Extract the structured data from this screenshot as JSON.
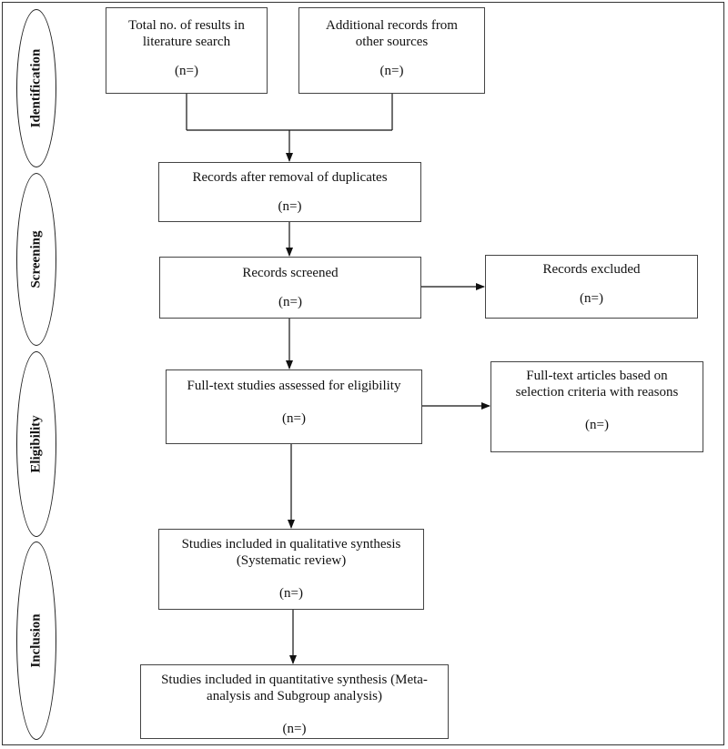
{
  "stages": [
    {
      "key": "identification",
      "label": "Identification"
    },
    {
      "key": "screening",
      "label": "Screening"
    },
    {
      "key": "eligibility",
      "label": "Eligibility"
    },
    {
      "key": "inclusion",
      "label": "Inclusion"
    }
  ],
  "boxes": {
    "literature_search": {
      "label": "Total no. of results in\nliterature search",
      "n": "(n=)"
    },
    "other_sources": {
      "label": "Additional records from\nother sources",
      "n": "(n=)"
    },
    "after_duplicates": {
      "label": "Records after removal of duplicates",
      "n": "(n=)"
    },
    "screened": {
      "label": "Records screened",
      "n": "(n=)"
    },
    "excluded": {
      "label": "Records excluded",
      "n": "(n=)"
    },
    "fulltext_assessed": {
      "label": "Full-text studies assessed for eligibility",
      "n": "(n=)"
    },
    "fulltext_excluded": {
      "label": "Full-text articles based on\nselection criteria with reasons",
      "n": "(n=)"
    },
    "qualitative": {
      "label": "Studies included in qualitative synthesis\n(Systematic review)",
      "n": "(n=)"
    },
    "quantitative": {
      "label": "Studies included in quantitative synthesis (Meta-\nanalysis and Subgroup analysis)",
      "n": "(n=)"
    }
  }
}
